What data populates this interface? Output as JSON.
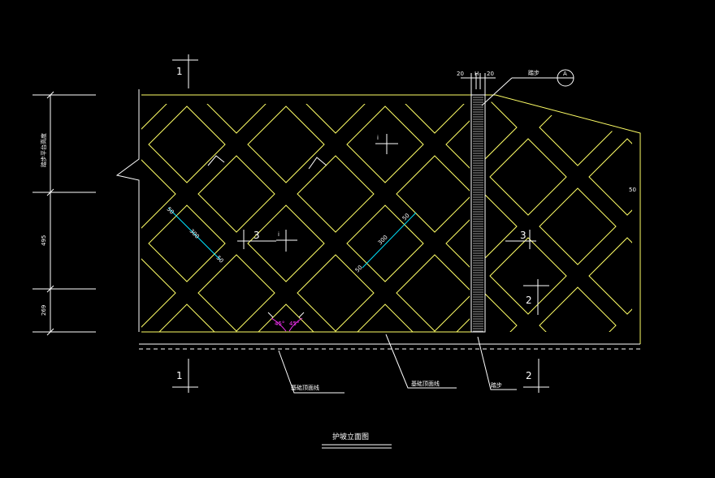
{
  "drawing": {
    "title": "护坡立面图",
    "background_color": "#000000",
    "colors": {
      "outline": "#ffff66",
      "lines": "#ffffff",
      "dimension_cyan": "#00e5ff",
      "angle_magenta": "#ff33ff"
    },
    "section_markers": {
      "top_left": "1",
      "bottom_left": "1",
      "middle_left": "3",
      "middle_right": "3",
      "right_mid": "2",
      "bottom_right": "2"
    },
    "left_dimensions": {
      "top": "踏步平台高度",
      "middle": "495",
      "bottom": "269"
    },
    "top_dimensions": [
      "20",
      "H",
      "20"
    ],
    "callouts": {
      "step_top": "踏步",
      "step_bottom": "踏步",
      "foundation_line_1": "基础顶面线",
      "foundation_line_2": "基础顶面线"
    },
    "detail_marker": "A",
    "inner_dims": {
      "left_a": "50",
      "left_b": "300",
      "left_c": "50",
      "mid_a": "50",
      "mid_b": "300",
      "mid_c": "50",
      "right_edge": "50"
    },
    "angle_labels": [
      "45°",
      "45°"
    ],
    "slope_marks": [
      "i",
      "i"
    ]
  }
}
